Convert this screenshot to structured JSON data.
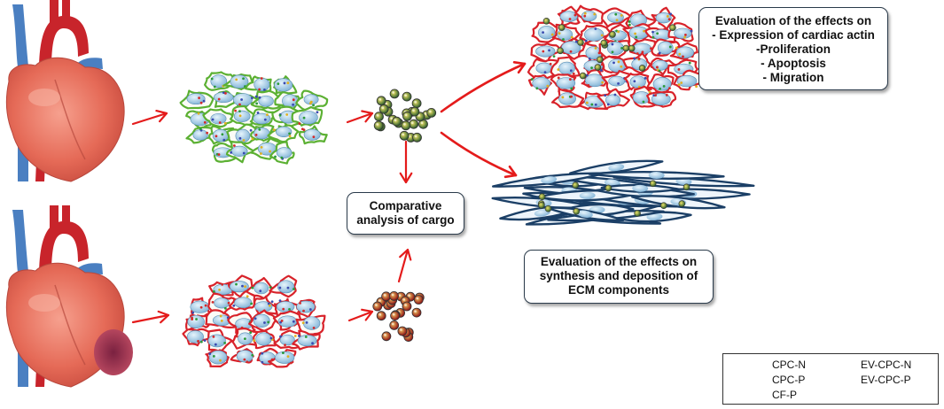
{
  "colors": {
    "arrow": "#e41b1b",
    "normal_outline": "#5bb032",
    "pathologic_outline": "#d8222a",
    "fibroblast_outline": "#1b3f66",
    "nucleus": "#a9cfe8",
    "heart": "#e96b5b",
    "artery": "#c8242b",
    "vein": "#4a7fc1",
    "infarct": "#8a2f4c"
  },
  "boxes": {
    "effects_cardiac": [
      "Evaluation of the effects on",
      "- Expression of cardiac actin",
      "-Proliferation",
      "- Apoptosis",
      "- Migration"
    ],
    "comparative": [
      "Comparative",
      "analysis of cargo"
    ],
    "effects_ecm": [
      "Evaluation of the effects on",
      "synthesis and deposition of",
      "ECM components"
    ]
  },
  "legend": {
    "cpc_n": "CPC-N",
    "cpc_p": "CPC-P",
    "cf_p": "CF-P",
    "ev_cpc_n": "EV-CPC-N",
    "ev_cpc_p": "EV-CPC-P"
  }
}
